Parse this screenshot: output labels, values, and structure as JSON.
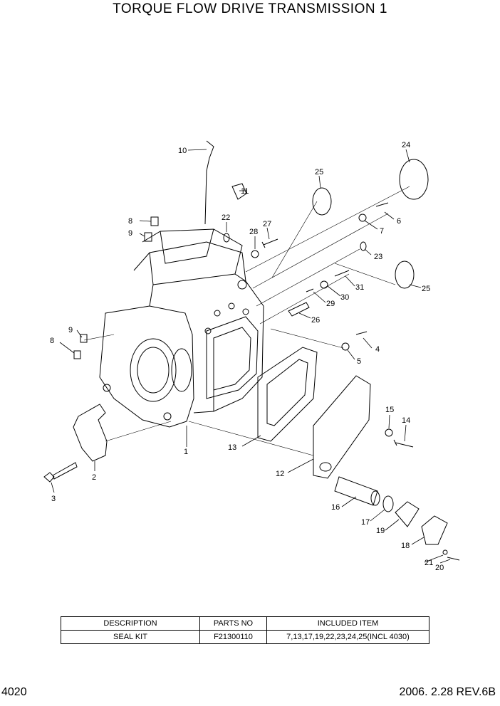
{
  "title": "TORQUE FLOW DRIVE TRANSMISSION 1",
  "callouts": [
    "1",
    "2",
    "3",
    "4",
    "5",
    "6",
    "7",
    "8",
    "9",
    "8",
    "9",
    "10",
    "11",
    "12",
    "13",
    "14",
    "15",
    "16",
    "17",
    "18",
    "19",
    "20",
    "21",
    "22",
    "23",
    "24",
    "25",
    "25",
    "26",
    "27",
    "28",
    "29",
    "30",
    "31"
  ],
  "table": {
    "headers": [
      "DESCRIPTION",
      "PARTS NO",
      "INCLUDED ITEM"
    ],
    "rows": [
      [
        "SEAL KIT",
        "F21300110",
        "7,13,17,19,22,23,24,25(INCL 4030)"
      ]
    ]
  },
  "footer": {
    "page": "4020",
    "revision": "2006. 2.28 REV.6B"
  }
}
